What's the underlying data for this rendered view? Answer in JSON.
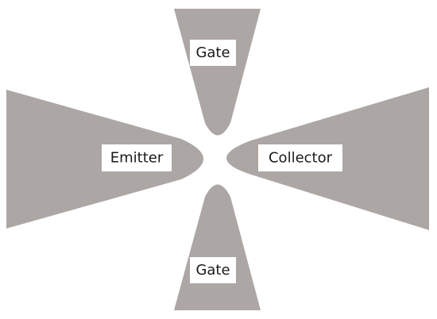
{
  "colors": {
    "electrode": "#aca7a4",
    "label_background": "#ffffff",
    "label_text": "#1a1a1a"
  },
  "labels": {
    "gate_top": "Gate",
    "emitter": "Emitter",
    "collector": "Collector",
    "gate_bottom": "Gate"
  }
}
